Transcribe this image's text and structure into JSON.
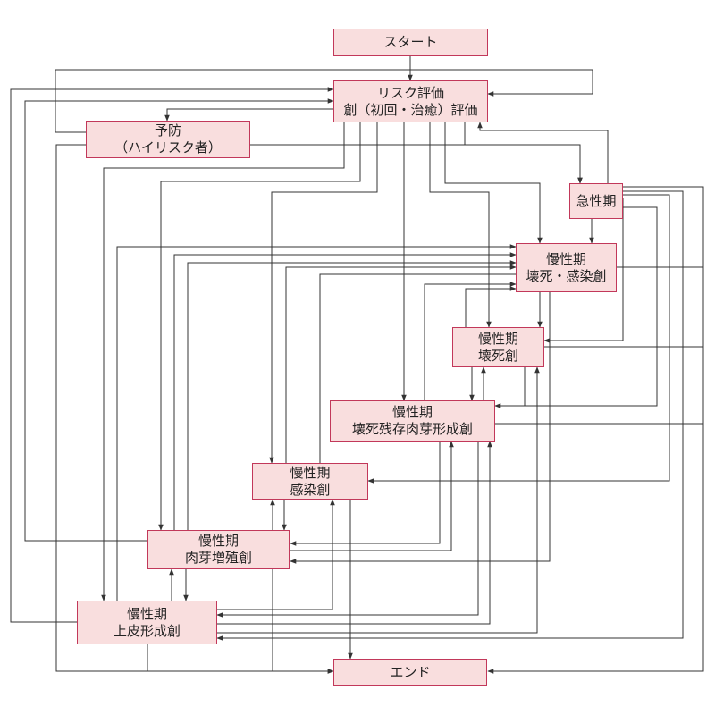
{
  "colors": {
    "node_fill": "#f9dede",
    "node_border": "#c2385a",
    "edge": "#333333"
  },
  "nodes": {
    "start": {
      "lines": [
        "スタート"
      ]
    },
    "risk": {
      "lines": [
        "リスク評価",
        "創（初回・治癒）評価"
      ]
    },
    "prevention": {
      "lines": [
        "予防",
        "（ハイリスク者）"
      ]
    },
    "acute": {
      "lines": [
        "急性期"
      ]
    },
    "chronic_necrotic_infected": {
      "lines": [
        "慢性期",
        "壊死・感染創"
      ]
    },
    "chronic_necrotic": {
      "lines": [
        "慢性期",
        "壊死創"
      ]
    },
    "chronic_residual": {
      "lines": [
        "慢性期",
        "壊死残存肉芽形成創"
      ]
    },
    "chronic_infected": {
      "lines": [
        "慢性期",
        "感染創"
      ]
    },
    "chronic_granulation": {
      "lines": [
        "慢性期",
        "肉芽増殖創"
      ]
    },
    "chronic_epithelial": {
      "lines": [
        "慢性期",
        "上皮形成創"
      ]
    },
    "end": {
      "lines": [
        "エンド"
      ]
    }
  }
}
